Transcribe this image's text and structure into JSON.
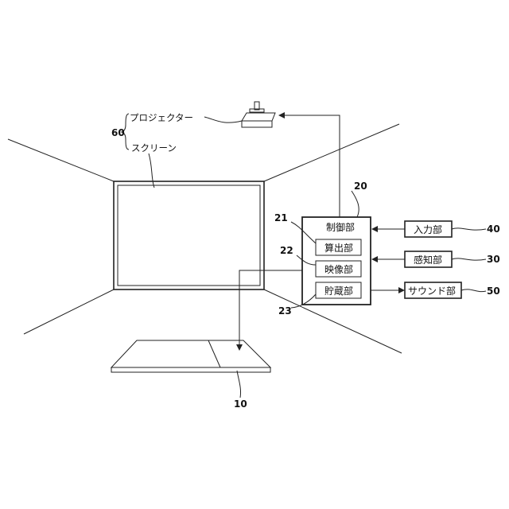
{
  "labels": {
    "projector": "プロジェクター",
    "screen": "スクリーン",
    "group_60": "60",
    "controller": "制御部",
    "ref_20": "20",
    "ref_21": "21",
    "ref_22": "22",
    "ref_23": "23",
    "calc": "算出部",
    "video": "映像部",
    "storage": "貯蔵部",
    "input": "入力部",
    "ref_40": "40",
    "sensor": "感知部",
    "ref_30": "30",
    "sound": "サウンド部",
    "ref_50": "50",
    "ref_10": "10"
  },
  "colors": {
    "line": "#222222",
    "background": "#ffffff"
  }
}
